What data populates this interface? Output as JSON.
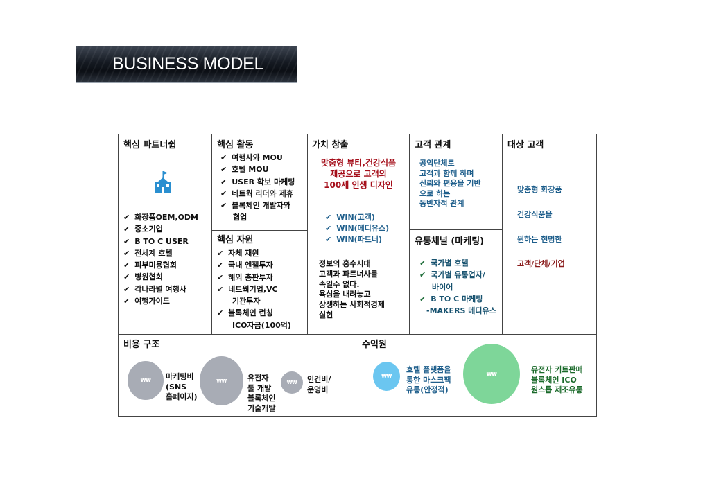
{
  "header": {
    "title": "BUSINESS MODEL"
  },
  "canvas": {
    "partners": {
      "title": "핵심 파트너쉽",
      "items": [
        "화장품OEM,ODM",
        "중소기업",
        "B TO C USER",
        "전세계 호텔",
        "피부미용협회",
        "병원협회",
        "각나라별 여행사",
        "여행가이드"
      ]
    },
    "activities": {
      "title": "핵심 활동",
      "items": [
        "여행사와 MOU",
        "호텔 MOU",
        "USER 확보 마케팅",
        "네트웍 리더와 제휴",
        "블록체인 개발자와"
      ],
      "cont": "협업"
    },
    "resources": {
      "title": "핵심 자원",
      "items": [
        "자체 재원",
        "국내 엔젤투자",
        "해외 총판투자",
        "네트웍기업,VC"
      ],
      "cont1": "기관투자",
      "item5": "블록체인 런칭",
      "cont2": "ICO자금(100억)"
    },
    "value": {
      "title": "가치 창출",
      "headline": [
        "맞춤형 뷰티,건강식품",
        "제공으로 고객의",
        "100세 인생 디자인"
      ],
      "wins": [
        "WIN(고객)",
        "WIN(메디유스)",
        "WIN(파트너)"
      ],
      "body": [
        "정보의 홍수시대",
        "고객과 파트너사를",
        "속일수 없다.",
        "욕심을 내려놓고",
        "상생하는 사회적경제",
        "실현"
      ]
    },
    "relations": {
      "title": "고객 관계",
      "lines": [
        "공익단체로",
        "고객과 함께 하며",
        "신뢰와 편용을 기반",
        "으로 하는",
        "동반자적 관계"
      ]
    },
    "channels": {
      "title": "유통채널 (마케팅)",
      "items": [
        "국가별 호텔",
        "국가별 유통업자/"
      ],
      "cont1": "바이어",
      "item3": "B TO C 마케팅",
      "cont2": "-MAKERS 메디유스"
    },
    "segments": {
      "title": "대상 고객",
      "items": [
        "맞춤형 화장품",
        "건강식품을",
        "원하는 현명한"
      ],
      "last": "고객/단체/기업"
    },
    "cost": {
      "title": "비용 구조",
      "bubbles": [
        {
          "value": "₩₩",
          "label": [
            "마케팅비",
            "(SNS",
            "홈페이지)"
          ]
        },
        {
          "value": "₩₩",
          "label": [
            "유전자",
            "툴 개발",
            "블록체인",
            "기술개발"
          ]
        },
        {
          "value": "₩₩",
          "label": [
            "인건비/",
            "운영비"
          ]
        }
      ]
    },
    "revenue": {
      "title": "수익원",
      "bubbles": [
        {
          "value": "₩₩",
          "label": [
            "호텔 플랫폼을",
            "통한 마스크팩",
            "유통(안정적)"
          ]
        },
        {
          "value": "₩₩",
          "label": [
            "유전자 키트판매",
            "블록체인 ICO",
            "원스톱 제조유통"
          ]
        }
      ]
    }
  },
  "colors": {
    "red": "#a50e1a",
    "blue": "#1f5f8c",
    "green": "#1a6a2a",
    "maroon": "#8a1c1c"
  },
  "icons": {
    "partners": "school-icon",
    "check": "check-icon"
  }
}
